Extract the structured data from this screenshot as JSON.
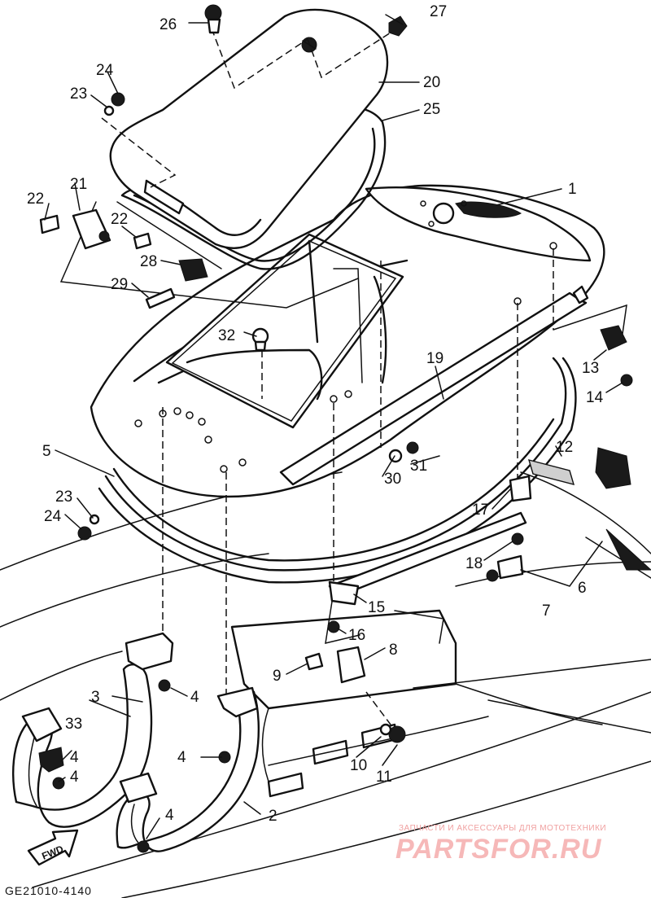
{
  "diagram": {
    "code": "GE21010-4140",
    "fwd_label": "FWD",
    "callouts": {
      "c1": "1",
      "c2": "2",
      "c3": "3",
      "c4a": "4",
      "c4b": "4",
      "c4c": "4",
      "c4d": "4",
      "c4e": "4",
      "c5": "5",
      "c6": "6",
      "c7": "7",
      "c8": "8",
      "c9": "9",
      "c10": "10",
      "c11": "11",
      "c12": "12",
      "c13": "13",
      "c14": "14",
      "c15": "15",
      "c16": "16",
      "c17": "17",
      "c18": "18",
      "c19": "19",
      "c20": "20",
      "c21": "21",
      "c22a": "22",
      "c22b": "22",
      "c23a": "23",
      "c23b": "23",
      "c24a": "24",
      "c24b": "24",
      "c25": "25",
      "c26": "26",
      "c27": "27",
      "c28": "28",
      "c29": "29",
      "c30": "30",
      "c31": "31",
      "c32": "32",
      "c33": "33"
    }
  },
  "watermark": {
    "tagline": "ЗАПЧАСТИ И АКСЕССУАРЫ ДЛЯ МОТОТЕХНИКИ",
    "logo": "PARTSFOR.RU"
  }
}
